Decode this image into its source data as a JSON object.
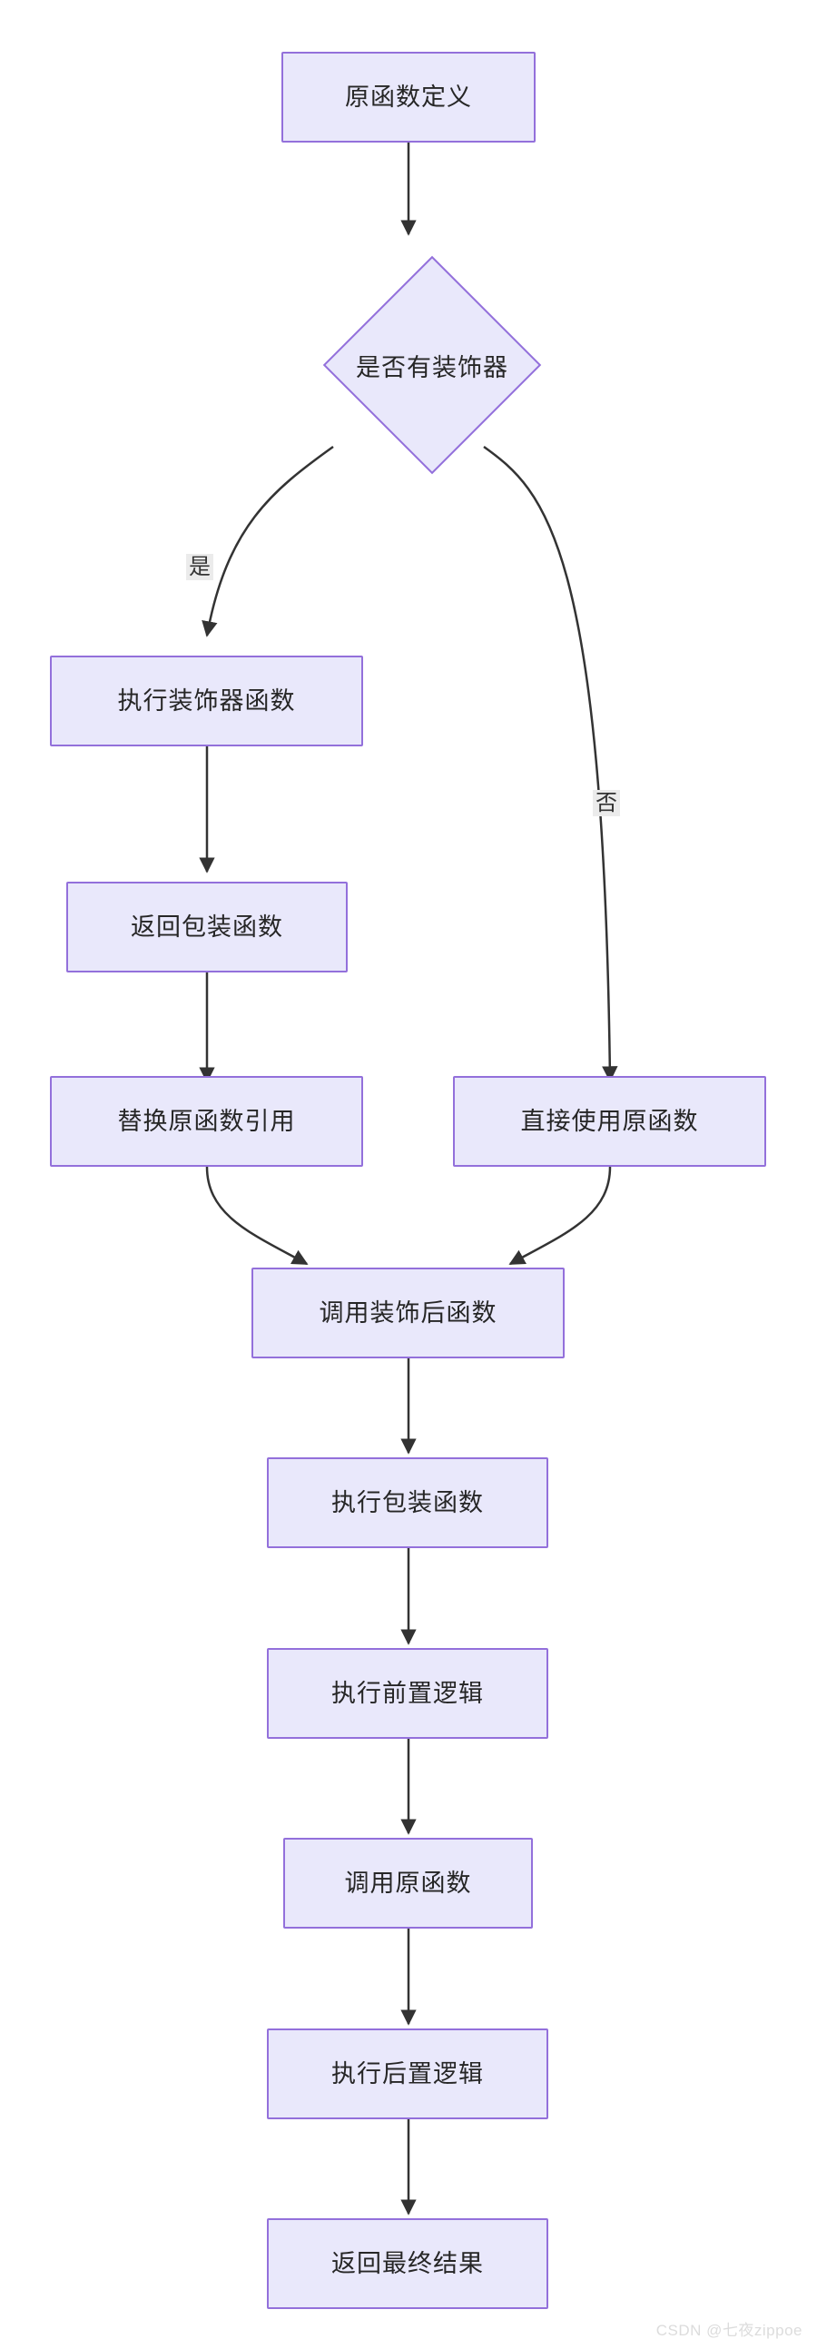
{
  "diagram": {
    "type": "flowchart",
    "direction": "top-down",
    "title": "",
    "style": {
      "node_fill": "#e9e8fb",
      "node_border": "#9370db",
      "node_text": "#262626",
      "edge_color": "#333333",
      "edge_label_bg": "#ebebeb",
      "background": "#ffffff"
    },
    "nodes": [
      {
        "id": "n1",
        "shape": "rect",
        "label": "原函数定义"
      },
      {
        "id": "n2",
        "shape": "diamond",
        "label": "是否有装饰器"
      },
      {
        "id": "n3",
        "shape": "rect",
        "label": "执行装饰器函数"
      },
      {
        "id": "n4",
        "shape": "rect",
        "label": "返回包装函数"
      },
      {
        "id": "n5",
        "shape": "rect",
        "label": "替换原函数引用"
      },
      {
        "id": "n6",
        "shape": "rect",
        "label": "直接使用原函数"
      },
      {
        "id": "n7",
        "shape": "rect",
        "label": "调用装饰后函数"
      },
      {
        "id": "n8",
        "shape": "rect",
        "label": "执行包装函数"
      },
      {
        "id": "n9",
        "shape": "rect",
        "label": "执行前置逻辑"
      },
      {
        "id": "n10",
        "shape": "rect",
        "label": "调用原函数"
      },
      {
        "id": "n11",
        "shape": "rect",
        "label": "执行后置逻辑"
      },
      {
        "id": "n12",
        "shape": "rect",
        "label": "返回最终结果"
      }
    ],
    "edges": [
      {
        "from": "n1",
        "to": "n2",
        "label": ""
      },
      {
        "from": "n2",
        "to": "n3",
        "label": "是"
      },
      {
        "from": "n2",
        "to": "n6",
        "label": "否"
      },
      {
        "from": "n3",
        "to": "n4",
        "label": ""
      },
      {
        "from": "n4",
        "to": "n5",
        "label": ""
      },
      {
        "from": "n5",
        "to": "n7",
        "label": ""
      },
      {
        "from": "n6",
        "to": "n7",
        "label": ""
      },
      {
        "from": "n7",
        "to": "n8",
        "label": ""
      },
      {
        "from": "n8",
        "to": "n9",
        "label": ""
      },
      {
        "from": "n9",
        "to": "n10",
        "label": ""
      },
      {
        "from": "n10",
        "to": "n11",
        "label": ""
      },
      {
        "from": "n11",
        "to": "n12",
        "label": ""
      }
    ],
    "edge_labels": {
      "yes": "是",
      "no": "否"
    }
  },
  "watermark": {
    "text": "CSDN @七夜zippoe"
  }
}
